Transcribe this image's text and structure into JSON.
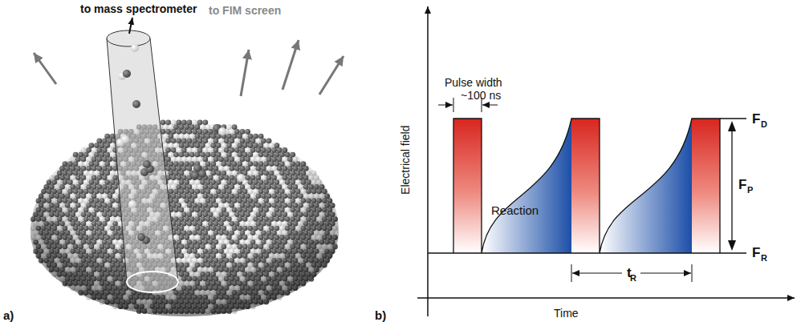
{
  "diagram": {
    "labels": [
      "to mass spectrometer",
      "to FIM screen",
      "a)",
      "Pulse width",
      "~100 ns",
      "Reaction",
      "F",
      "D",
      "F",
      "P",
      "F",
      "R",
      "t",
      "R",
      "Electrical field",
      "Time",
      "b)"
    ]
  }
}
